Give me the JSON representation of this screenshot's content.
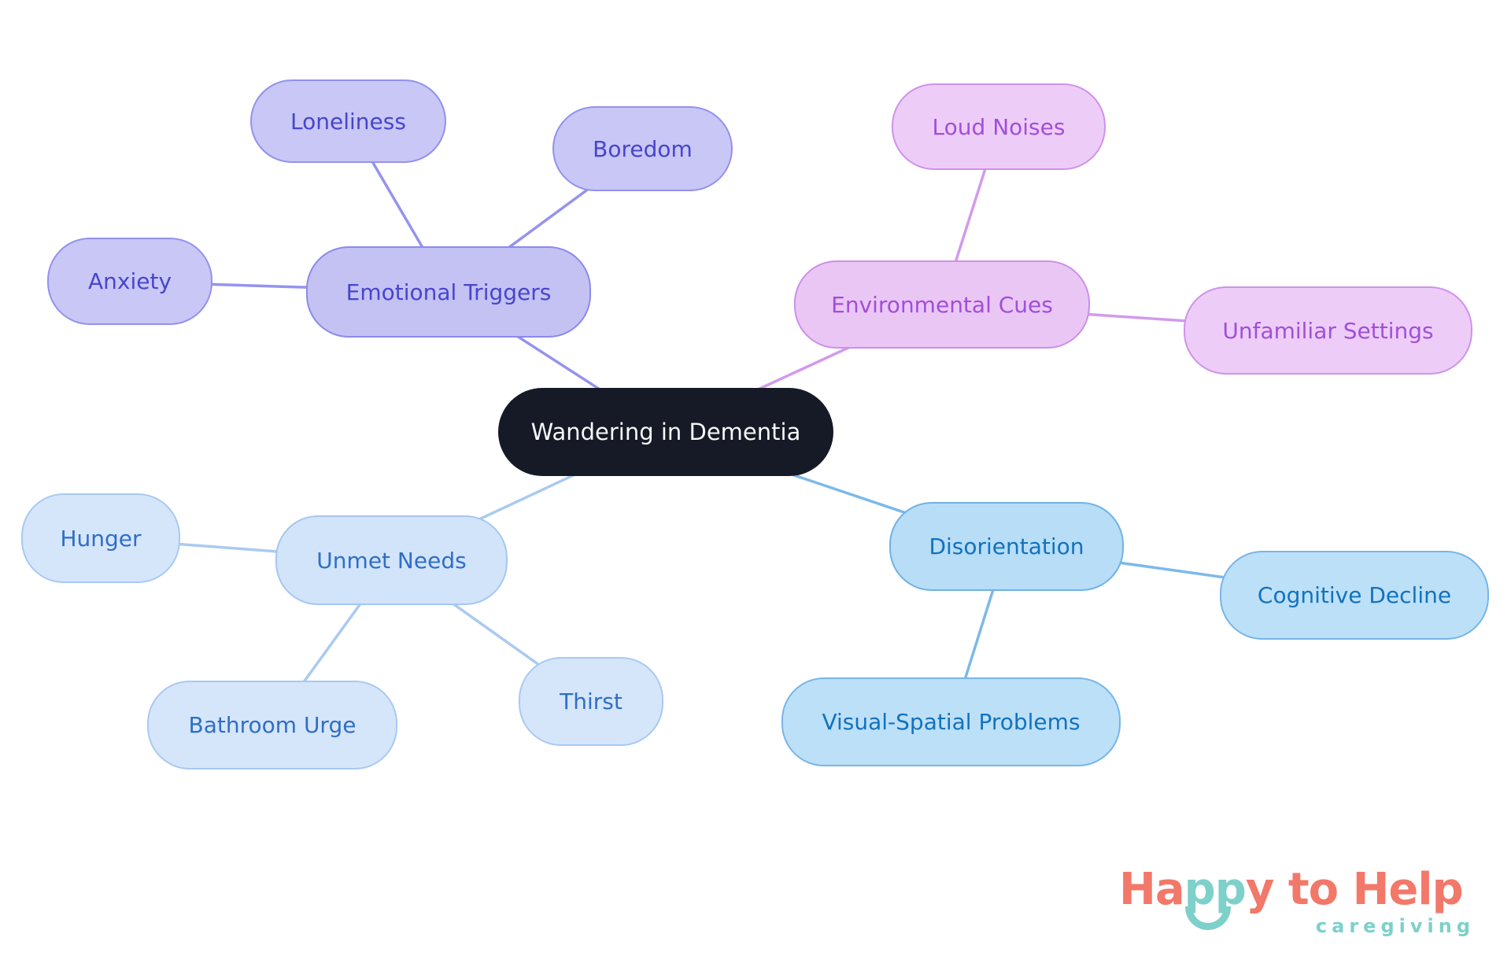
{
  "page": {
    "background": "#ffffff"
  },
  "root": {
    "label": "Wandering in Dementia",
    "bg": "#151a26",
    "text_color": "#f7f8fa"
  },
  "branches": [
    {
      "label": "Emotional Triggers",
      "fill": "#c4c2f3",
      "border": "#8b89ec",
      "text_color": "#4745ce",
      "line_color": "#9593ef",
      "children": [
        {
          "label": "Loneliness"
        },
        {
          "label": "Boredom"
        },
        {
          "label": "Anxiety"
        }
      ]
    },
    {
      "label": "Environmental Cues",
      "fill": "#eac6f5",
      "border": "#cd8fe8",
      "text_color": "#a14fd8",
      "line_color": "#d29aec",
      "children": [
        {
          "label": "Loud Noises"
        },
        {
          "label": "Unfamiliar Settings"
        }
      ]
    },
    {
      "label": "Unmet Needs",
      "fill": "#d2e4fa",
      "border": "#a5c7f0",
      "text_color": "#2f6ec7",
      "line_color": "#a9caf2",
      "children": [
        {
          "label": "Hunger"
        },
        {
          "label": "Bathroom Urge"
        },
        {
          "label": "Thirst"
        }
      ]
    },
    {
      "label": "Disorientation",
      "fill": "#b7ddf7",
      "border": "#72b1e5",
      "text_color": "#1372bd",
      "line_color": "#7db9e9",
      "children": [
        {
          "label": "Cognitive Decline"
        },
        {
          "label": "Visual-Spatial Problems"
        }
      ]
    }
  ],
  "logo": {
    "text_part1": "Ha",
    "text_part2": "pp",
    "text_part3": "y to Help",
    "subtitle": "caregiving",
    "coral": "#f2786a",
    "teal": "#7ed0ca"
  }
}
